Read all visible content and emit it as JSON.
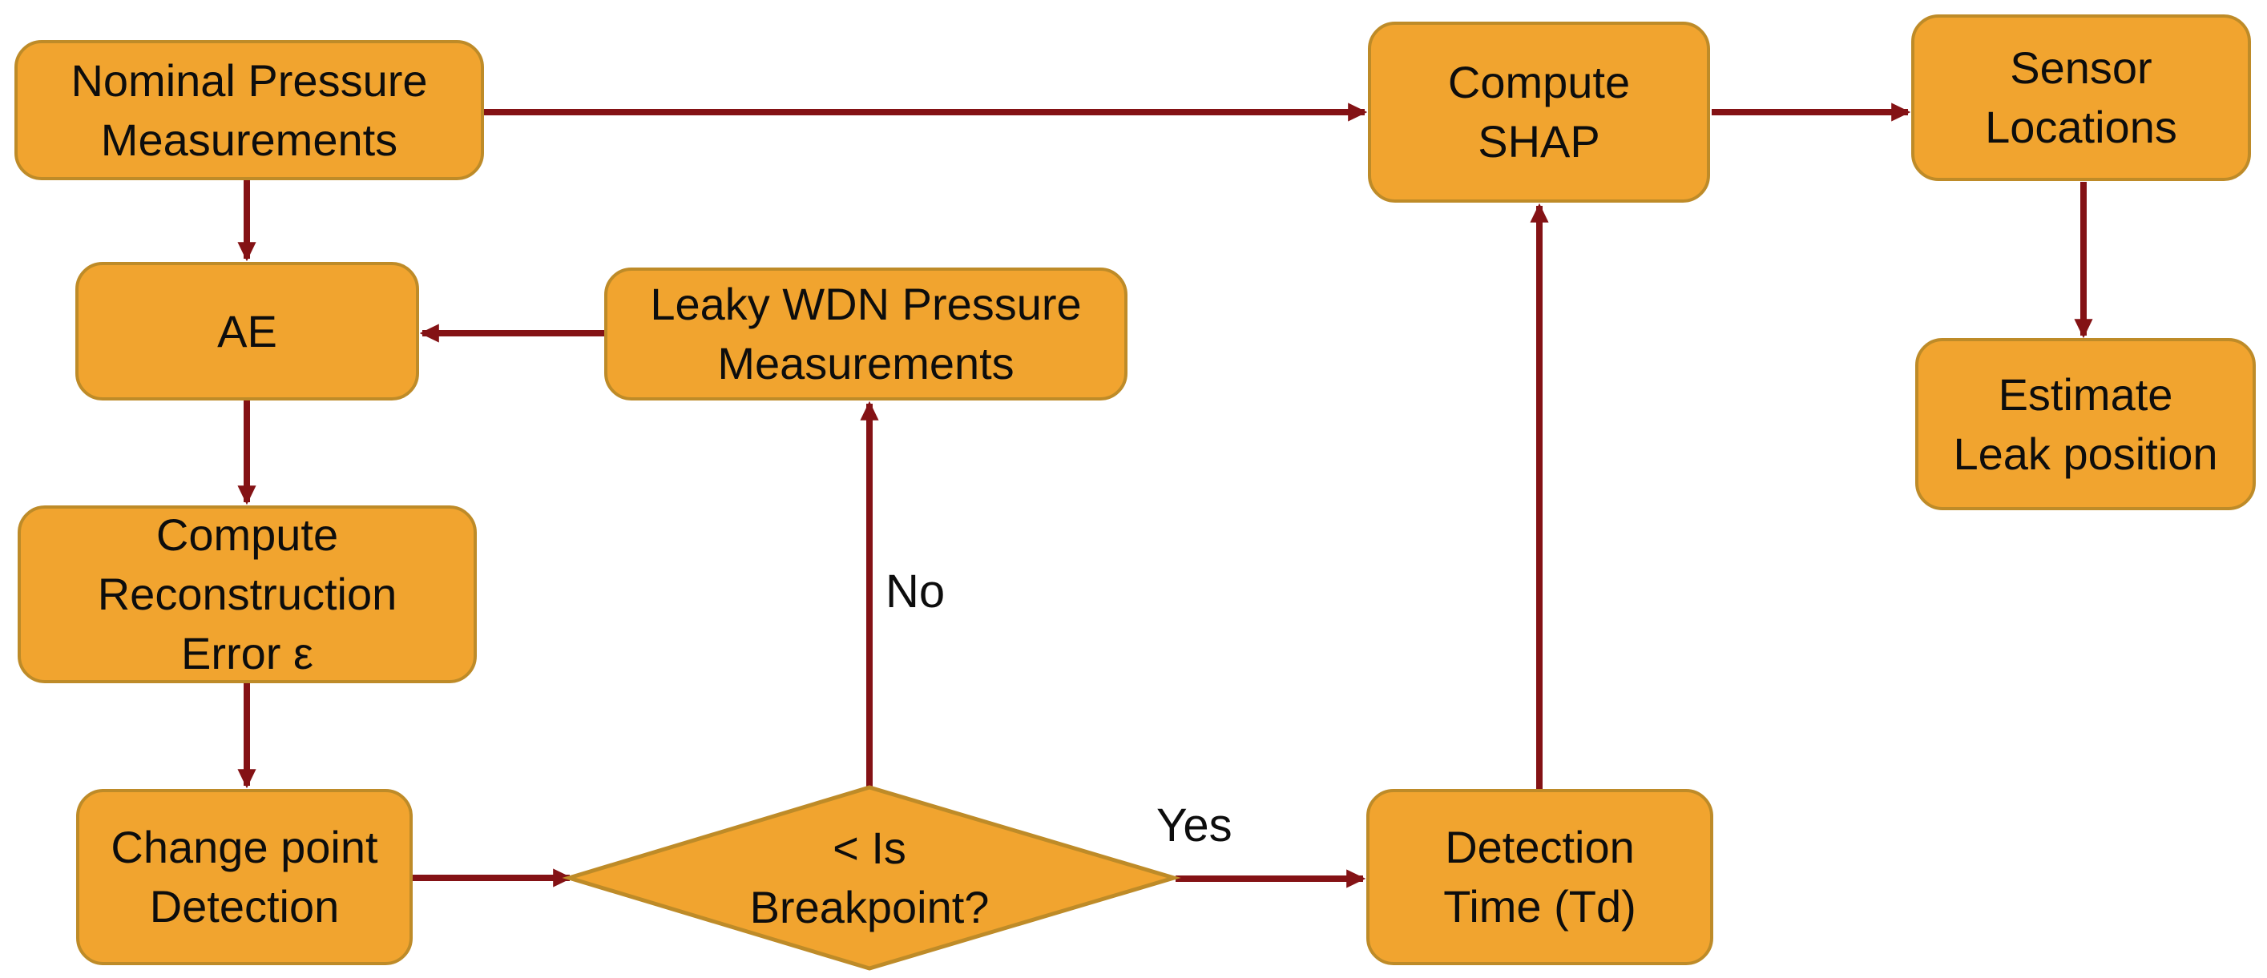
{
  "diagram_type": "flowchart",
  "colors": {
    "background": "#FFFFFF",
    "node_fill": "#F1A42F",
    "node_border": "#BE8B28",
    "arrow": "#841215",
    "text": "#0D0D0D"
  },
  "nodes": {
    "nominal_pressure": {
      "label": "Nominal Pressure\nMeasurements",
      "shape": "rounded-rect"
    },
    "ae": {
      "label": "AE",
      "shape": "rounded-rect"
    },
    "reconstruction_error": {
      "label": "Compute\nReconstruction\nError ε",
      "shape": "rounded-rect"
    },
    "change_point": {
      "label": "Change point\nDetection",
      "shape": "rounded-rect"
    },
    "leaky_wdn": {
      "label": "Leaky WDN Pressure\nMeasurements",
      "shape": "rounded-rect"
    },
    "breakpoint_decision": {
      "label": "< Is\nBreakpoint?",
      "shape": "diamond"
    },
    "detection_time": {
      "label": "Detection\nTime (Td)",
      "shape": "rounded-rect"
    },
    "compute_shap": {
      "label": "Compute\nSHAP",
      "shape": "rounded-rect"
    },
    "sensor_locations": {
      "label": "Sensor\nLocations",
      "shape": "rounded-rect"
    },
    "estimate_leak": {
      "label": "Estimate\nLeak position",
      "shape": "rounded-rect"
    }
  },
  "edge_labels": {
    "no": "No",
    "yes": "Yes"
  },
  "edges": [
    {
      "from": "nominal_pressure",
      "to": "compute_shap",
      "label": ""
    },
    {
      "from": "nominal_pressure",
      "to": "ae",
      "label": ""
    },
    {
      "from": "leaky_wdn",
      "to": "ae",
      "label": ""
    },
    {
      "from": "ae",
      "to": "reconstruction_error",
      "label": ""
    },
    {
      "from": "reconstruction_error",
      "to": "change_point",
      "label": ""
    },
    {
      "from": "change_point",
      "to": "breakpoint_decision",
      "label": ""
    },
    {
      "from": "breakpoint_decision",
      "to": "leaky_wdn",
      "label": "No"
    },
    {
      "from": "breakpoint_decision",
      "to": "detection_time",
      "label": "Yes"
    },
    {
      "from": "detection_time",
      "to": "compute_shap",
      "label": ""
    },
    {
      "from": "compute_shap",
      "to": "sensor_locations",
      "label": ""
    },
    {
      "from": "sensor_locations",
      "to": "estimate_leak",
      "label": ""
    }
  ]
}
